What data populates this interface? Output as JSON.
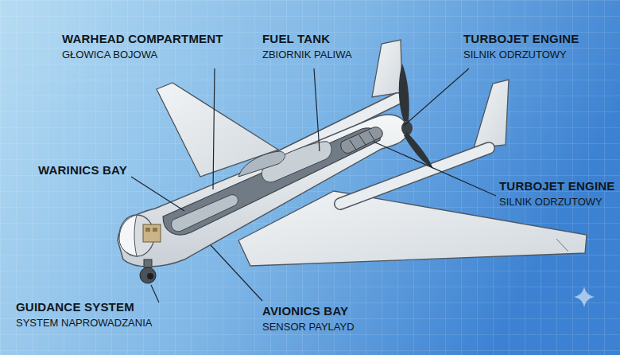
{
  "diagram": {
    "labels": [
      "WARHEAD COMPARTMENT",
      "GŁOWICA BOJOWA",
      "FUEL TANK",
      "ZBIORNIK PALIWA",
      "TURBOJET ENGINE",
      "SILNIK ODRZUTOWY",
      "WARINICS BAY",
      "TURBOJET ENGINE",
      "SILNIK ODRZUTOWY",
      "GUIDANCE SYSTEM",
      "SYSTEM NAPROWADZANIA",
      "AVIONICS BAY",
      "SENSOR PAYLAYD"
    ]
  }
}
